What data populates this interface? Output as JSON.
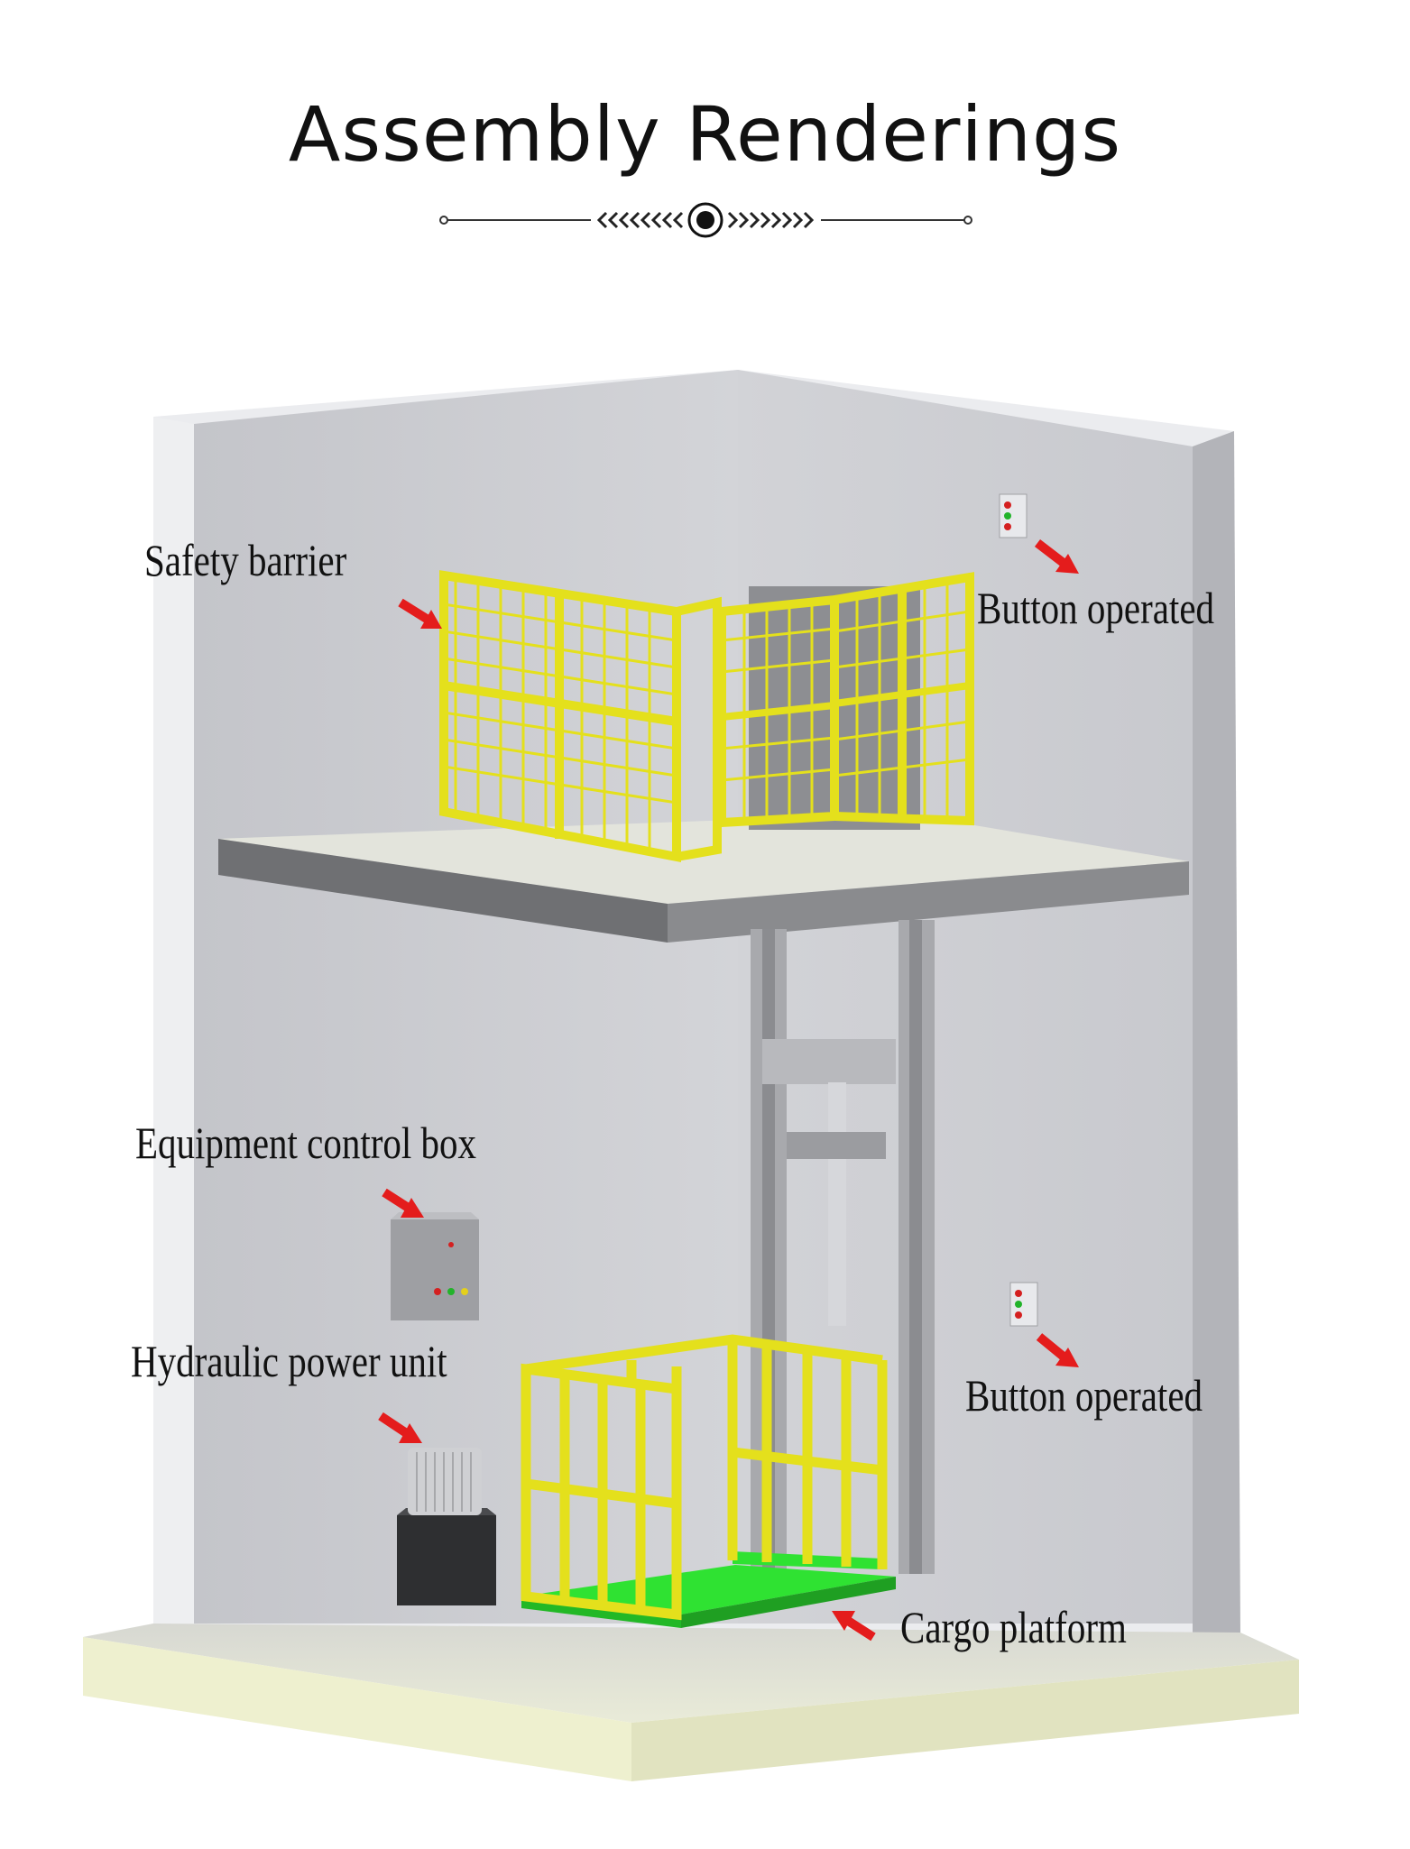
{
  "title": "Assembly Renderings",
  "labels": {
    "safety_barrier": "Safety barrier",
    "button_operated_top": "Button operated",
    "control_box": "Equipment control box",
    "hydraulic_unit": "Hydraulic power unit",
    "button_operated_bottom": "Button operated",
    "cargo_platform": "Cargo platform"
  },
  "colors": {
    "wall": "#c9cacf",
    "wall_light": "#d8d9dd",
    "barrier": "#e4e01c",
    "platform": "#2fe232",
    "floor": "#eef0cf",
    "arrow": "#e41c1c"
  }
}
